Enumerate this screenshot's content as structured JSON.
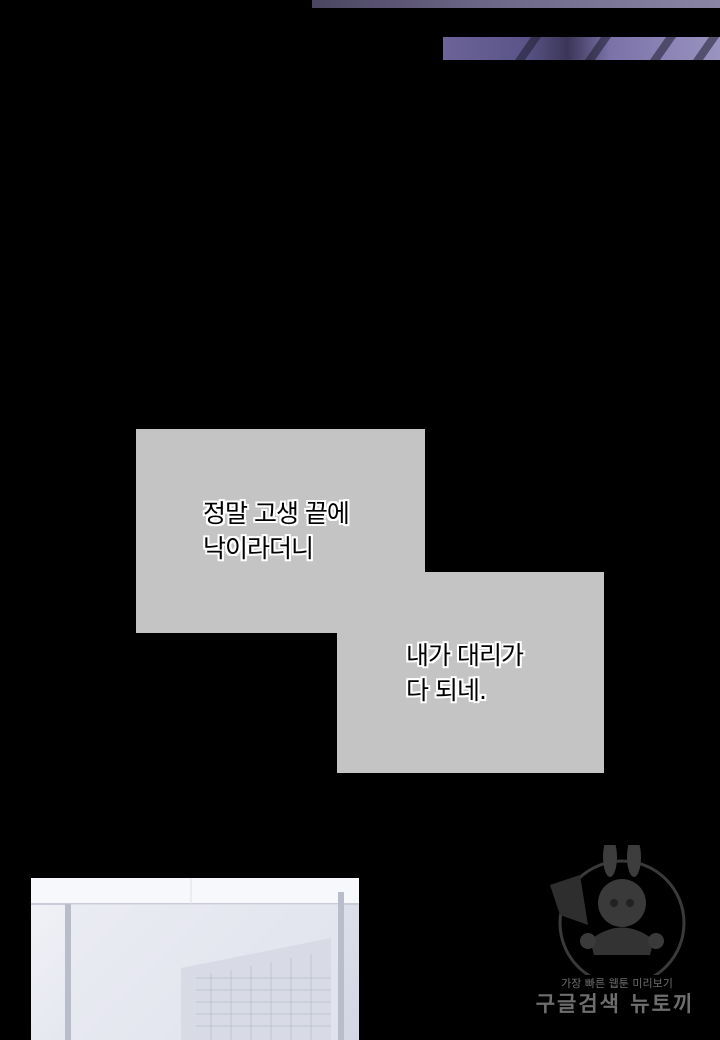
{
  "speech_bubbles": [
    {
      "lines": [
        "정말 고생 끝에",
        "낙이라더니"
      ]
    },
    {
      "lines": [
        "내가 대리가",
        "다 되네."
      ]
    }
  ],
  "watermark": {
    "line1": "가장 빠른 웹툰 미리보기",
    "line2": "구글검색 뉴토끼"
  },
  "colors": {
    "background": "#000000",
    "bubble_fill": "#c4c4c4",
    "bubble_text": "#000000",
    "watermark": "#6e6e6e"
  }
}
